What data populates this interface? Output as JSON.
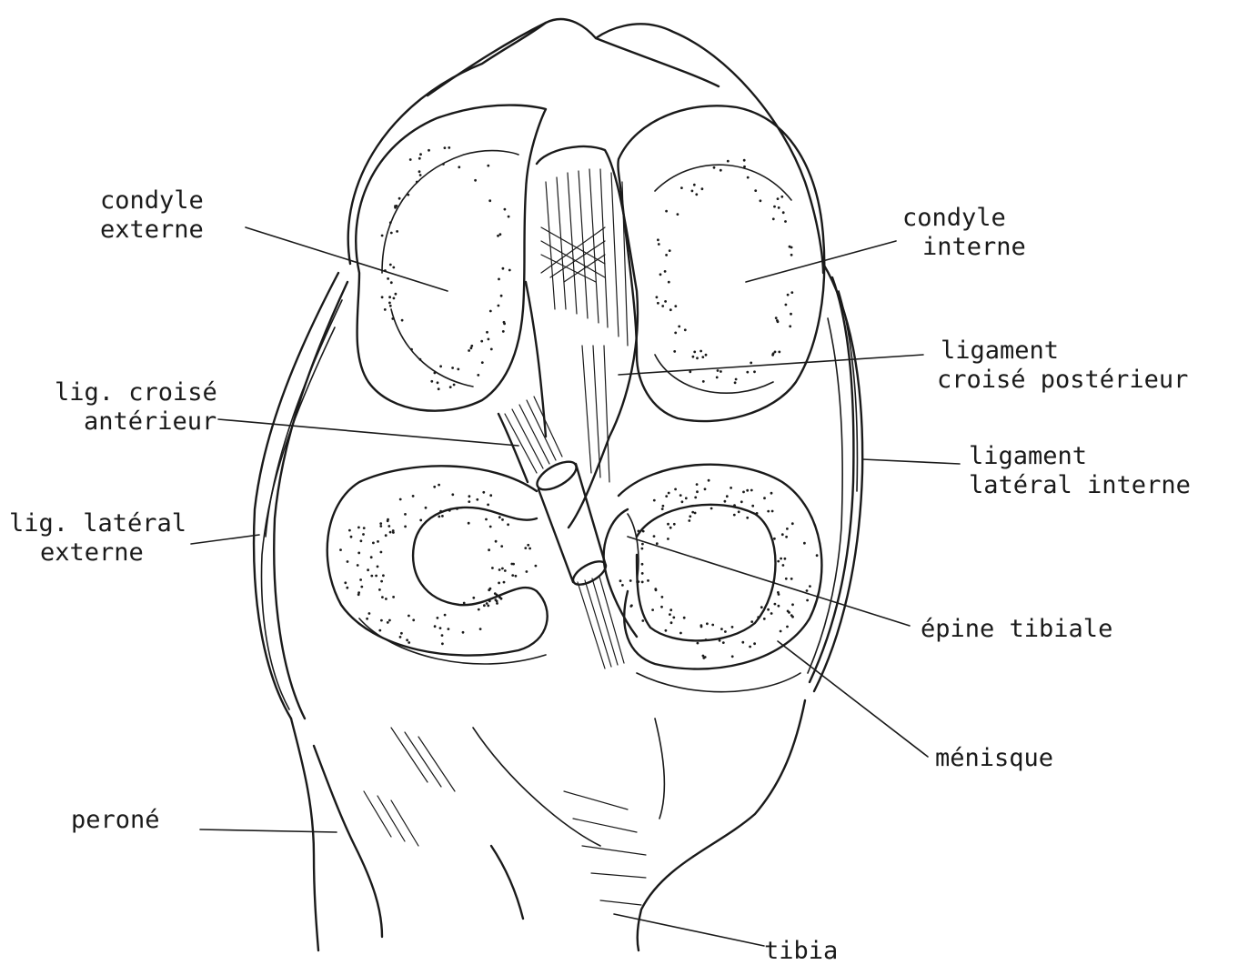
{
  "labels": {
    "condyle_externe": [
      "condyle",
      "externe"
    ],
    "condyle_interne": [
      "condyle",
      "interne"
    ],
    "lig_croise_anterieur": [
      "lig. croisé",
      "antérieur"
    ],
    "ligament_croise_posterieur": [
      "ligament",
      "croisé postérieur"
    ],
    "ligament_lateral_interne": [
      "ligament",
      "latéral interne"
    ],
    "lig_lateral_externe": [
      "lig. latéral",
      "externe"
    ],
    "epine_tibiale": "épine tibiale",
    "menisque": "ménisque",
    "perone": "peroné",
    "tibia": "tibia"
  }
}
